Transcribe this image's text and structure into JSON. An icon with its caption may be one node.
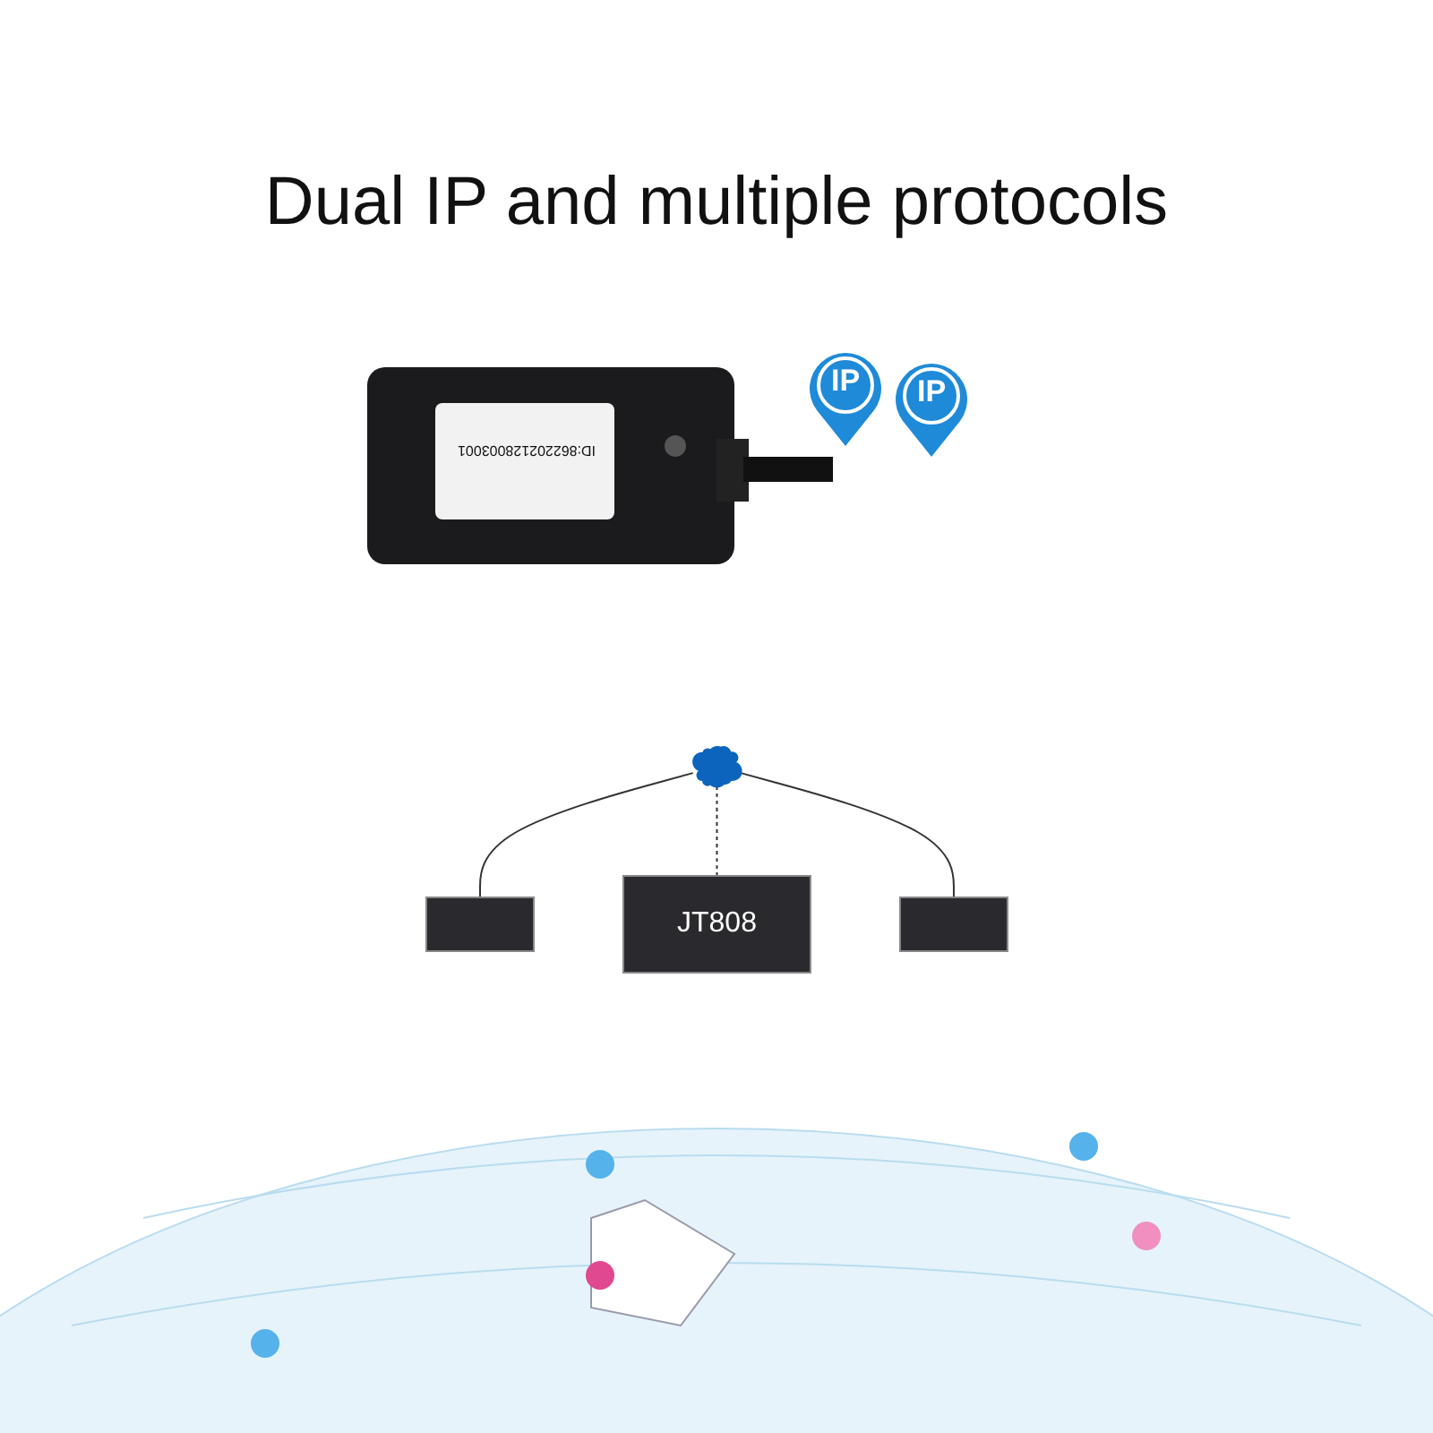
{
  "diagram": {
    "title": "Dual IP and multiple protocols",
    "nodes": [
      {
        "text": [],
        "shape": "cloud"
      },
      {
        "text": [],
        "shape": "box"
      },
      {
        "text": [
          "JT808"
        ]
      },
      {
        "text": [],
        "shape": "box"
      }
    ],
    "edges": [
      {
        "from": 0,
        "to": 1,
        "arrow": "none"
      },
      {
        "from": 0,
        "to": 2,
        "arrow": "none",
        "style": "dashed"
      },
      {
        "from": 0,
        "to": 3,
        "arrow": "none"
      }
    ],
    "labels": [
      "ID:862202128003001",
      "IP",
      "IP"
    ]
  }
}
